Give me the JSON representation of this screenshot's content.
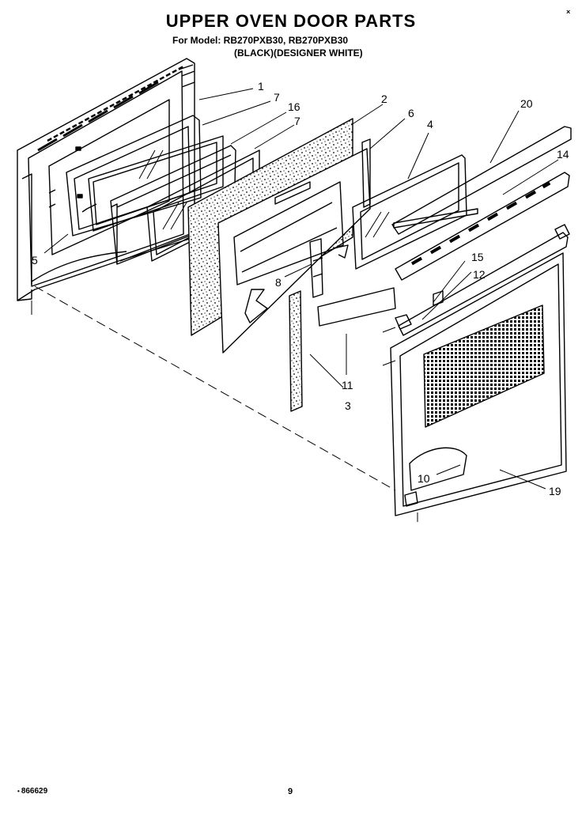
{
  "header": {
    "title": "UPPER OVEN DOOR PARTS",
    "model_line": "For Model: RB270PXB30, RB270PXB30",
    "color_line": "(BLACK)(DESIGNER WHITE)",
    "corner_mark": "×"
  },
  "callouts": {
    "c1": "1",
    "c7a": "7",
    "c16": "16",
    "c7b": "7",
    "c2": "2",
    "c6": "6",
    "c4": "4",
    "c20": "20",
    "c14": "14",
    "c5": "5",
    "c8": "8",
    "c15": "15",
    "c12": "12",
    "c11": "11",
    "c3": "3",
    "c10": "10",
    "c19": "19"
  },
  "footer": {
    "doc_number": "866629",
    "page_number": "9"
  }
}
